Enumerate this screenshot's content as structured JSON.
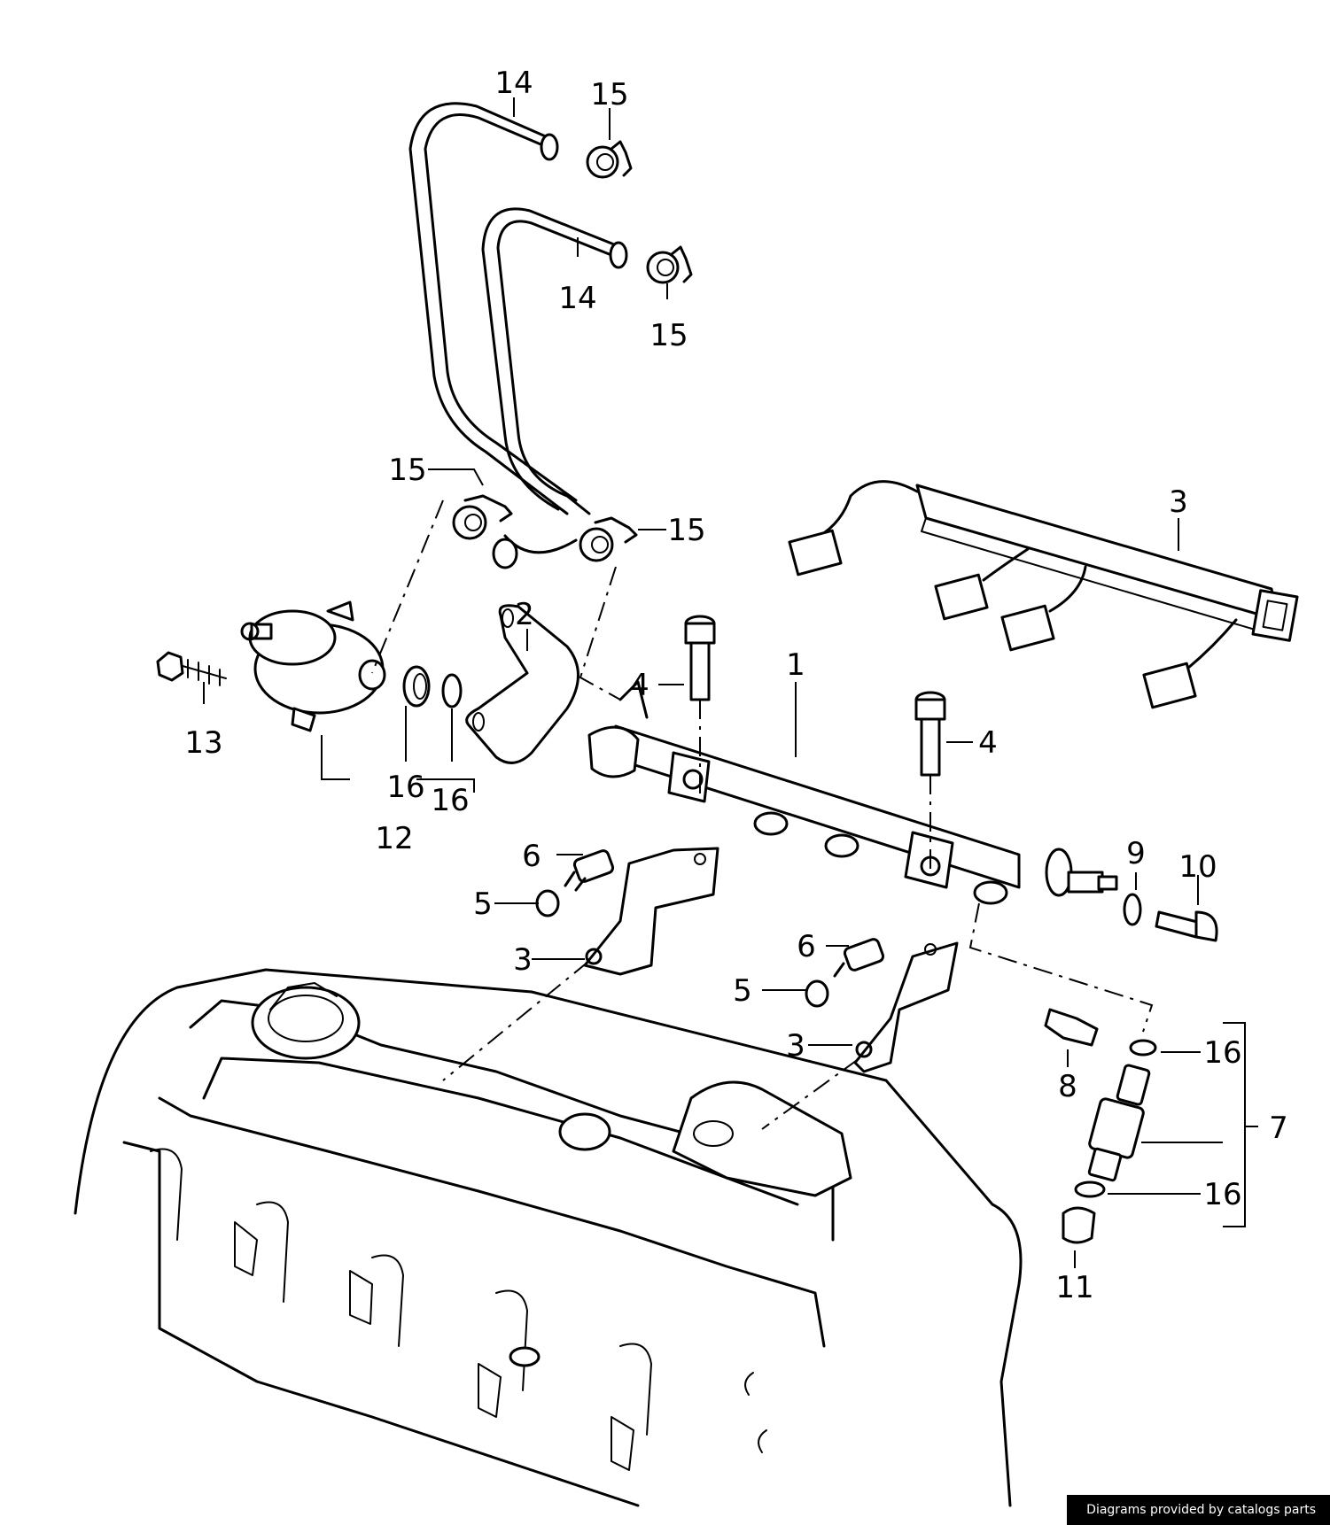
{
  "callouts": [
    {
      "id": "c14a",
      "label": "14"
    },
    {
      "id": "c15a",
      "label": "15"
    },
    {
      "id": "c14b",
      "label": "14"
    },
    {
      "id": "c15b",
      "label": "15"
    },
    {
      "id": "c15c",
      "label": "15"
    },
    {
      "id": "c15d",
      "label": "15"
    },
    {
      "id": "c3a",
      "label": "3"
    },
    {
      "id": "c2",
      "label": "2"
    },
    {
      "id": "c4a",
      "label": "4"
    },
    {
      "id": "c1",
      "label": "1"
    },
    {
      "id": "c4b",
      "label": "4"
    },
    {
      "id": "c13",
      "label": "13"
    },
    {
      "id": "c16a",
      "label": "16"
    },
    {
      "id": "c16b",
      "label": "16"
    },
    {
      "id": "c12",
      "label": "12"
    },
    {
      "id": "c6a",
      "label": "6"
    },
    {
      "id": "c5a",
      "label": "5"
    },
    {
      "id": "c3b",
      "label": "3"
    },
    {
      "id": "c9",
      "label": "9"
    },
    {
      "id": "c10",
      "label": "10"
    },
    {
      "id": "c6b",
      "label": "6"
    },
    {
      "id": "c5b",
      "label": "5"
    },
    {
      "id": "c3c",
      "label": "3"
    },
    {
      "id": "c8",
      "label": "8"
    },
    {
      "id": "c16c",
      "label": "16"
    },
    {
      "id": "c7",
      "label": "7"
    },
    {
      "id": "c16d",
      "label": "16"
    },
    {
      "id": "c11",
      "label": "11"
    }
  ],
  "watermark": "Diagrams provided by catalogs parts"
}
